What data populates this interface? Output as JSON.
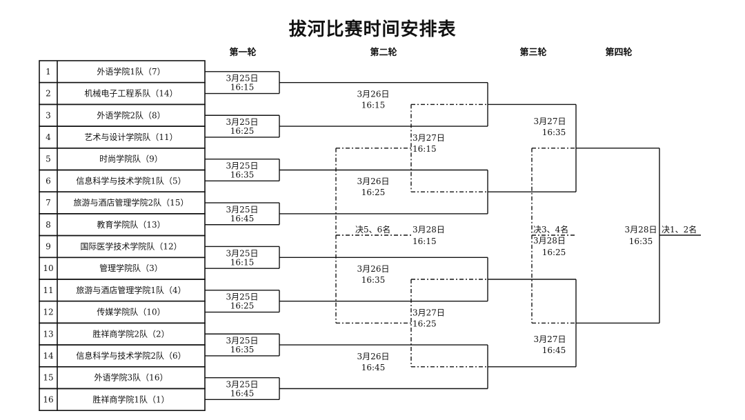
{
  "title": "拔河比赛时间安排表",
  "rounds": [
    "第一轮",
    "第二轮",
    "第三轮",
    "第四轮"
  ],
  "teams": [
    {
      "num": "1",
      "name": "外语学院1队（7）"
    },
    {
      "num": "2",
      "name": "机械电子工程系队（14）"
    },
    {
      "num": "3",
      "name": "外语学院2队（8）"
    },
    {
      "num": "4",
      "name": "艺术与设计学院队（11）"
    },
    {
      "num": "5",
      "name": "时尚学院队（9）"
    },
    {
      "num": "6",
      "name": "信息科学与技术学院1队（5）"
    },
    {
      "num": "7",
      "name": "旅游与酒店管理学院2队（15）"
    },
    {
      "num": "8",
      "name": "教育学院队（13）"
    },
    {
      "num": "9",
      "name": "国际医学技术学院队（12）"
    },
    {
      "num": "10",
      "name": "管理学院队（3）"
    },
    {
      "num": "11",
      "name": "旅游与酒店管理学院1队（4）"
    },
    {
      "num": "12",
      "name": "传媒学院队（10）"
    },
    {
      "num": "13",
      "name": "胜祥商学院2队（2）"
    },
    {
      "num": "14",
      "name": "信息科学与技术学院2队（6）"
    },
    {
      "num": "15",
      "name": "外语学院3队（16）"
    },
    {
      "num": "16",
      "name": "胜祥商学院1队（1）"
    }
  ],
  "round1": [
    {
      "date": "3月25日",
      "time": "16:15"
    },
    {
      "date": "3月25日",
      "time": "16:25"
    },
    {
      "date": "3月25日",
      "time": "16:35"
    },
    {
      "date": "3月25日",
      "time": "16:45"
    },
    {
      "date": "3月25日",
      "time": "16:15"
    },
    {
      "date": "3月25日",
      "time": "16:25"
    },
    {
      "date": "3月25日",
      "time": "16:35"
    },
    {
      "date": "3月25日",
      "time": "16:45"
    }
  ],
  "round2": [
    {
      "date": "3月26日",
      "time": "16:15"
    },
    {
      "date": "3月26日",
      "time": "16:25"
    },
    {
      "date": "3月26日",
      "time": "16:35"
    },
    {
      "date": "3月26日",
      "time": "16:45"
    }
  ],
  "consolation_r2": [
    {
      "date": "3月27日",
      "time": "16:15"
    },
    {
      "date": "3月27日",
      "time": "16:25"
    }
  ],
  "place56": {
    "label": "决5、6名",
    "date": "3月28日",
    "time": "16:15"
  },
  "round3": [
    {
      "date": "3月27日",
      "time": "16:35"
    },
    {
      "date": "3月27日",
      "time": "16:45"
    }
  ],
  "place34": {
    "label": "决3、4名",
    "date": "3月28日",
    "time": "16:25"
  },
  "final": {
    "label": "决1、2名",
    "date": "3月28日",
    "time": "16:35"
  }
}
